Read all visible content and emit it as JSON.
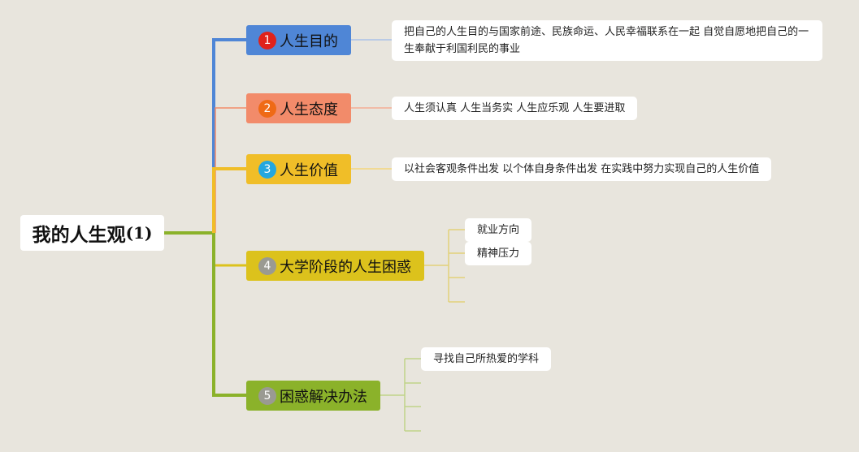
{
  "root": {
    "title": "我的人生观",
    "suffix": "(1)"
  },
  "branches": [
    {
      "number": "1",
      "label": "人生目的",
      "color": "#4f86d6",
      "badge_color": "#e0221b",
      "leaves": [
        "把自己的人生目的与国家前途、民族命运、人民幸福联系在一起 自觉自愿地把自己的一生奉献于利国利民的事业"
      ]
    },
    {
      "number": "2",
      "label": "人生态度",
      "color": "#f28b6a",
      "badge_color": "#ef6a16",
      "leaves": [
        "人生须认真 人生当务实 人生应乐观 人生要进取"
      ]
    },
    {
      "number": "3",
      "label": "人生价值",
      "color": "#f0be28",
      "badge_color": "#24a7df",
      "leaves": [
        "以社会客观条件出发 以个体自身条件出发 在实践中努力实现自己的人生价值"
      ]
    },
    {
      "number": "4",
      "label": "大学阶段的人生困惑",
      "color": "#dcc21c",
      "badge_color": "#9a9a92",
      "leaves": [
        "就业方向",
        "精神压力"
      ]
    },
    {
      "number": "5",
      "label": "困惑解决办法",
      "color": "#8bb22a",
      "badge_color": "#9a9a92",
      "leaves": [
        "寻找自己所热爱的学科"
      ]
    }
  ]
}
